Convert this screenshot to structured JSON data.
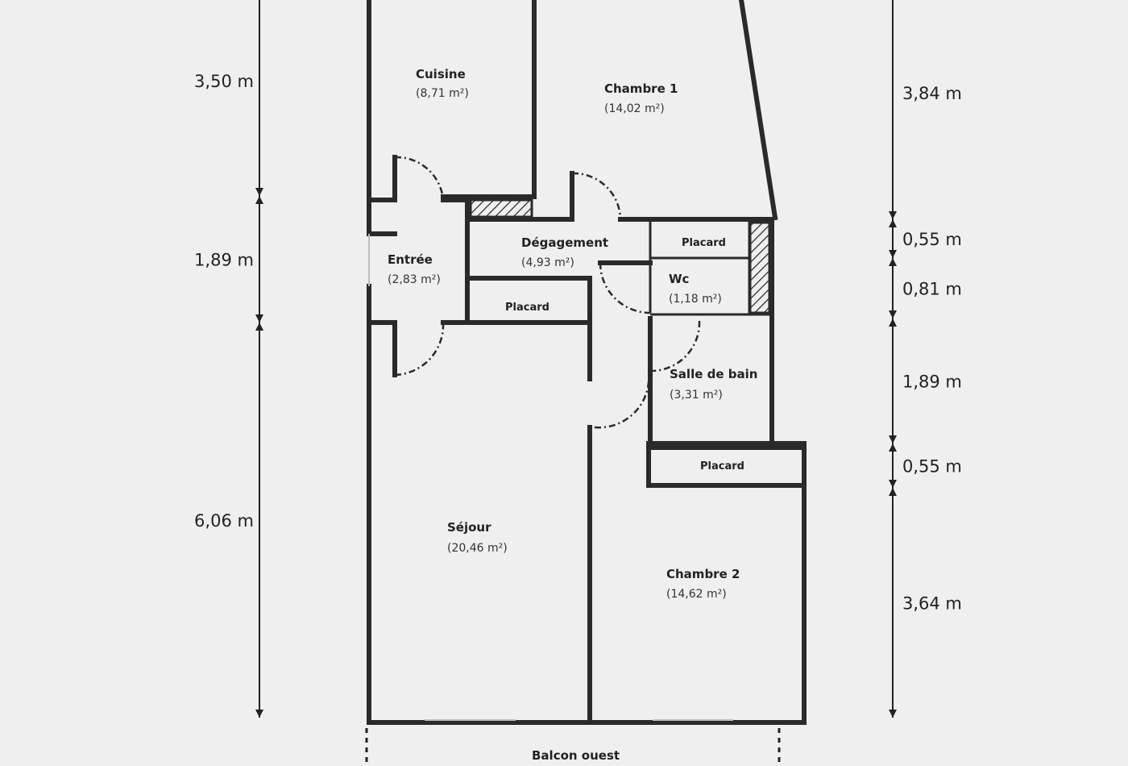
{
  "rooms": {
    "cuisine": {
      "name": "Cuisine",
      "area": "(8,71 m²)"
    },
    "chambre1": {
      "name": "Chambre 1",
      "area": "(14,02 m²)"
    },
    "entree": {
      "name": "Entrée",
      "area": "(2,83 m²)"
    },
    "degagement": {
      "name": "Dégagement",
      "area": "(4,93 m²)"
    },
    "placard_degagement": {
      "name": "Placard"
    },
    "placard_wc": {
      "name": "Placard"
    },
    "wc": {
      "name": "Wc",
      "area": "(1,18 m²)"
    },
    "salle_de_bain": {
      "name": "Salle de bain",
      "area": "(3,31 m²)"
    },
    "placard_chambre2": {
      "name": "Placard"
    },
    "sejour": {
      "name": "Séjour",
      "area": "(20,46 m²)"
    },
    "chambre2": {
      "name": "Chambre 2",
      "area": "(14,62 m²)"
    },
    "balcon": {
      "name": "Balcon ouest"
    }
  },
  "dimensions": {
    "left": [
      "3,50 m",
      "1,89 m",
      "6,06 m"
    ],
    "right": [
      "3,84 m",
      "0,55 m",
      "0,81 m",
      "1,89 m",
      "0,55 m",
      "3,64 m"
    ]
  }
}
